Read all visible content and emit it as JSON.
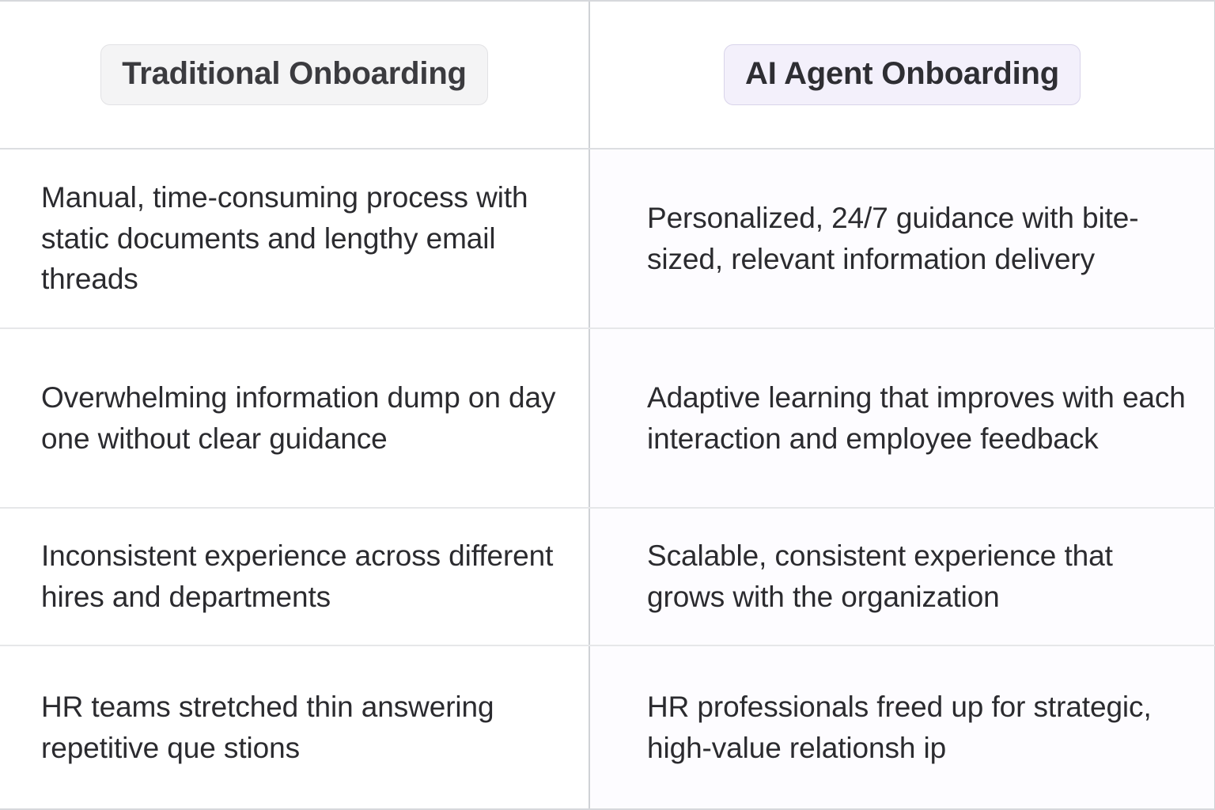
{
  "table": {
    "columns": [
      {
        "id": "traditional",
        "header": "Traditional Onboarding",
        "style": "gray-pill"
      },
      {
        "id": "ai_agent",
        "header": "AI Agent Onboarding",
        "style": "lavender-pill"
      }
    ],
    "rows": [
      {
        "traditional": "Manual, time-consuming process with static documents and lengthy email threads",
        "ai_agent": "Personalized, 24/7 guidance with bite-sized, relevant information delivery"
      },
      {
        "traditional": "Overwhelming information dump on day one without clear guidance",
        "ai_agent": "Adaptive learning that improves with each interaction and employee feedback"
      },
      {
        "traditional": "Inconsistent experience across different hires and departments",
        "ai_agent": "Scalable, consistent experience that grows with the organization"
      },
      {
        "traditional": "HR teams stretched thin answering repetitive que stions",
        "ai_agent": "HR professionals freed up for strategic, high-value relationsh ip"
      }
    ]
  },
  "colors": {
    "page_background": "#ffffff",
    "traditional_pill_background": "#f4f4f5",
    "traditional_pill_border": "#e2e2e5",
    "ai_pill_background": "#f3f0fb",
    "ai_pill_border": "#d9d4ea",
    "text": "#2b2b2f",
    "header_text": "#3b3b3f",
    "grid_line": "#e6e7e9",
    "column_divider": "#cfd2d6",
    "outer_border": "#d6d8dc",
    "ai_column_tint": "#fdfcff"
  }
}
